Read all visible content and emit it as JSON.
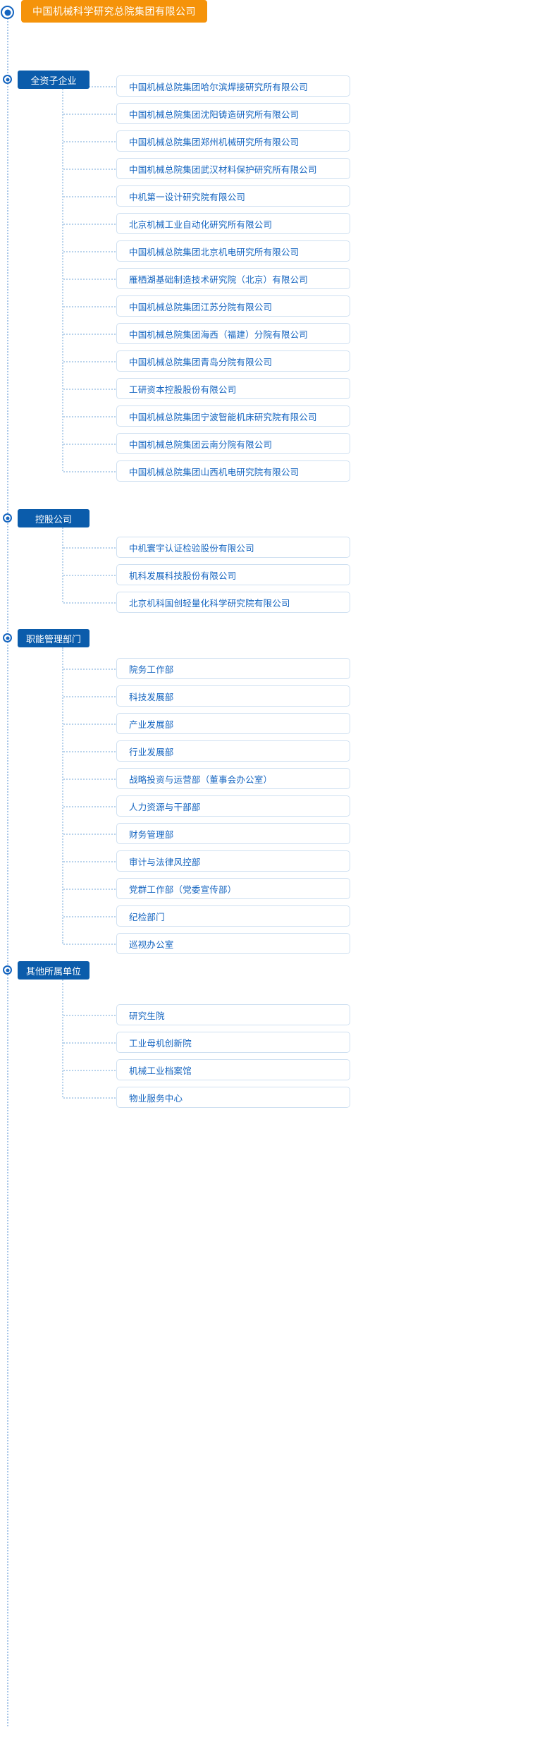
{
  "colors": {
    "root_bg": "#f5930a",
    "group_bg": "#0b5cab",
    "item_border": "#cfe0f1",
    "item_text": "#1565c0",
    "line": "#b9d3ec",
    "dot": "#1565c0"
  },
  "root": {
    "label": "中国机械科学研究总院集团有限公司",
    "dot_icon": "node-marker-icon"
  },
  "groups": [
    {
      "label": "全资子企业",
      "dot_icon": "node-marker-icon",
      "items": [
        "中国机械总院集团哈尔滨焊接研究所有限公司",
        "中国机械总院集团沈阳铸造研究所有限公司",
        "中国机械总院集团郑州机械研究所有限公司",
        "中国机械总院集团武汉材料保护研究所有限公司",
        "中机第一设计研究院有限公司",
        "北京机械工业自动化研究所有限公司",
        "中国机械总院集团北京机电研究所有限公司",
        "雁栖湖基础制造技术研究院（北京）有限公司",
        "中国机械总院集团江苏分院有限公司",
        "中国机械总院集团海西（福建）分院有限公司",
        "中国机械总院集团青岛分院有限公司",
        "工研资本控股股份有限公司",
        "中国机械总院集团宁波智能机床研究院有限公司",
        "中国机械总院集团云南分院有限公司",
        "中国机械总院集团山西机电研究院有限公司"
      ]
    },
    {
      "label": "控股公司",
      "dot_icon": "node-marker-icon",
      "items": [
        "中机寰宇认证检验股份有限公司",
        "机科发展科技股份有限公司",
        "北京机科国创轻量化科学研究院有限公司"
      ]
    },
    {
      "label": "职能管理部门",
      "dot_icon": "node-marker-icon",
      "items": [
        "院务工作部",
        "科技发展部",
        "产业发展部",
        "行业发展部",
        "战略投资与运营部（董事会办公室）",
        "人力资源与干部部",
        "财务管理部",
        "审计与法律风控部",
        "党群工作部（党委宣传部）",
        "纪检部门",
        "巡视办公室"
      ]
    },
    {
      "label": "其他所属单位",
      "dot_icon": "node-marker-icon",
      "items": [
        "研究生院",
        "工业母机创新院",
        "机械工业档案馆",
        "物业服务中心"
      ]
    }
  ]
}
